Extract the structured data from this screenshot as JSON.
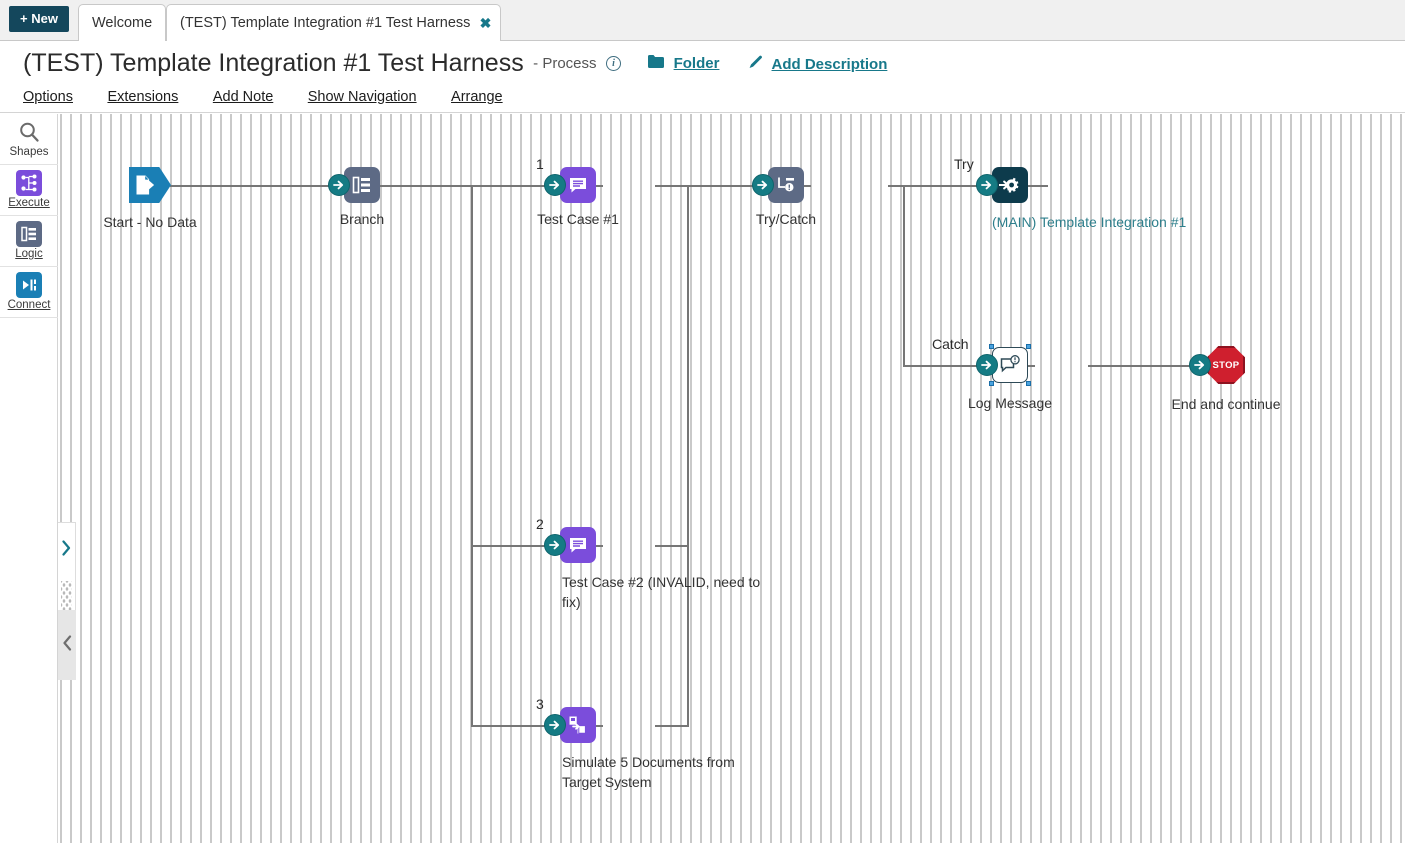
{
  "tabbar": {
    "new_button": "+ New",
    "tabs": [
      {
        "label": "Welcome",
        "active": false,
        "closable": false
      },
      {
        "label": "(TEST) Template Integration #1 Test Harness",
        "active": true,
        "closable": true,
        "close_glyph": "✖"
      }
    ]
  },
  "header": {
    "title": "(TEST) Template Integration #1 Test Harness",
    "subtitle": "- Process",
    "info_glyph": "i",
    "folder_link": "Folder",
    "folder_icon": "folder-icon",
    "description_link": "Add Description",
    "description_icon": "pencil-icon",
    "menu": [
      {
        "label": "Options"
      },
      {
        "label": "Extensions"
      },
      {
        "label": "Add Note"
      },
      {
        "label": "Show Navigation"
      },
      {
        "label": "Arrange"
      }
    ]
  },
  "rail": {
    "items": [
      {
        "label": "Shapes",
        "icon": "search-icon",
        "color": "#ffffff",
        "underline": false
      },
      {
        "label": "Execute",
        "icon": "execute-icon",
        "color": "#7b4ddb",
        "underline": true
      },
      {
        "label": "Logic",
        "icon": "logic-icon",
        "color": "#5d6a85",
        "underline": true
      },
      {
        "label": "Connect",
        "icon": "connect-icon",
        "color": "#1a7fb5",
        "underline": true
      }
    ]
  },
  "canvas": {
    "panel_expand_icon": "chevron-right-icon",
    "panel_grip_icon": "grip-dots-icon",
    "panel_collapse_icon": "chevron-left-icon",
    "edge_labels": {
      "branch_1": "1",
      "branch_2": "2",
      "branch_3": "3",
      "try": "Try",
      "catch": "Catch"
    },
    "nodes": [
      {
        "id": "start",
        "label": "Start - No Data",
        "icon": "start-document-icon",
        "shape": "pentagon",
        "color": "#1a7fb5"
      },
      {
        "id": "branch",
        "label": "Branch",
        "icon": "branch-icon",
        "shape": "rounded",
        "color": "#5d6a85"
      },
      {
        "id": "case1",
        "label": "Test Case #1",
        "icon": "message-icon",
        "shape": "rounded",
        "color": "#7b4ddb"
      },
      {
        "id": "trycatch",
        "label": "Try/Catch",
        "icon": "try-catch-icon",
        "shape": "rounded",
        "color": "#5d6a85"
      },
      {
        "id": "main",
        "label": "(MAIN) Template Integration #1",
        "icon": "process-gear-icon",
        "shape": "rounded",
        "color": "#0d3b4c"
      },
      {
        "id": "logmsg",
        "label": "Log Message",
        "icon": "log-message-icon",
        "shape": "rounded",
        "color": "#ffffff"
      },
      {
        "id": "end",
        "label": "End and continue",
        "icon": "stop-icon",
        "shape": "octagon",
        "color": "#cf1f2e",
        "glyph": "STOP"
      },
      {
        "id": "case2",
        "label": "Test Case #2 (INVALID, need to fix)",
        "icon": "message-icon",
        "shape": "rounded",
        "color": "#7b4ddb"
      },
      {
        "id": "simulate",
        "label": "Simulate 5 Documents from Target System",
        "icon": "documents-icon",
        "shape": "rounded",
        "color": "#7b4ddb"
      }
    ]
  },
  "colors": {
    "accent_teal": "#17788a",
    "connector_teal": "#157b84",
    "purple": "#7b4ddb",
    "gray_node": "#5d6a85",
    "navy": "#0d3b4c",
    "blue": "#1a7fb5",
    "stop_red": "#cf1f2e",
    "line": "#767676"
  }
}
